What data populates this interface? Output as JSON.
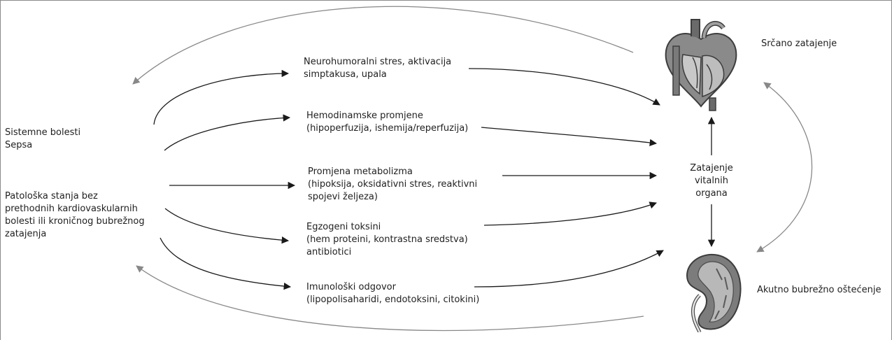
{
  "left": {
    "systemic": [
      "Sistemne bolesti",
      "Sepsa"
    ],
    "pathologic": [
      "Patološka stanja bez",
      "prethodnih kardiovaskularnih",
      "bolesti ili kroničnog bubrežnog",
      "zatajenja"
    ]
  },
  "mechanisms": {
    "neurohumoral": [
      "Neurohumoralni stres, aktivacija",
      "simptakusa, upala"
    ],
    "hemodynamic": [
      "Hemodinamske promjene",
      "(hipoperfuzija, ishemija/reperfuzija)"
    ],
    "metabolism": [
      "Promjena metabolizma",
      "(hipoksija, oksidativni stres, reaktivni",
      "spojevi željeza)"
    ],
    "toxins": [
      "Egzogeni toksini",
      "(hem proteini, kontrastna sredstva)",
      "antibiotici"
    ],
    "immune": [
      "Imunološki odgovor",
      "(lipopolisaharidi, endotoksini, citokini)"
    ]
  },
  "center": [
    "Zatajenje",
    "vitalnih",
    "organa"
  ],
  "organs": {
    "heart_label": "Srčano zatajenje",
    "kidney_label": "Akutno bubrežno oštećenje",
    "heart_icon": "heart-icon",
    "kidney_icon": "kidney-icon"
  },
  "colors": {
    "arrow_dark": "#1a1a1a",
    "arrow_grey": "#888888",
    "organ_dark": "#5a5a5a",
    "organ_light": "#b0b0b0"
  }
}
